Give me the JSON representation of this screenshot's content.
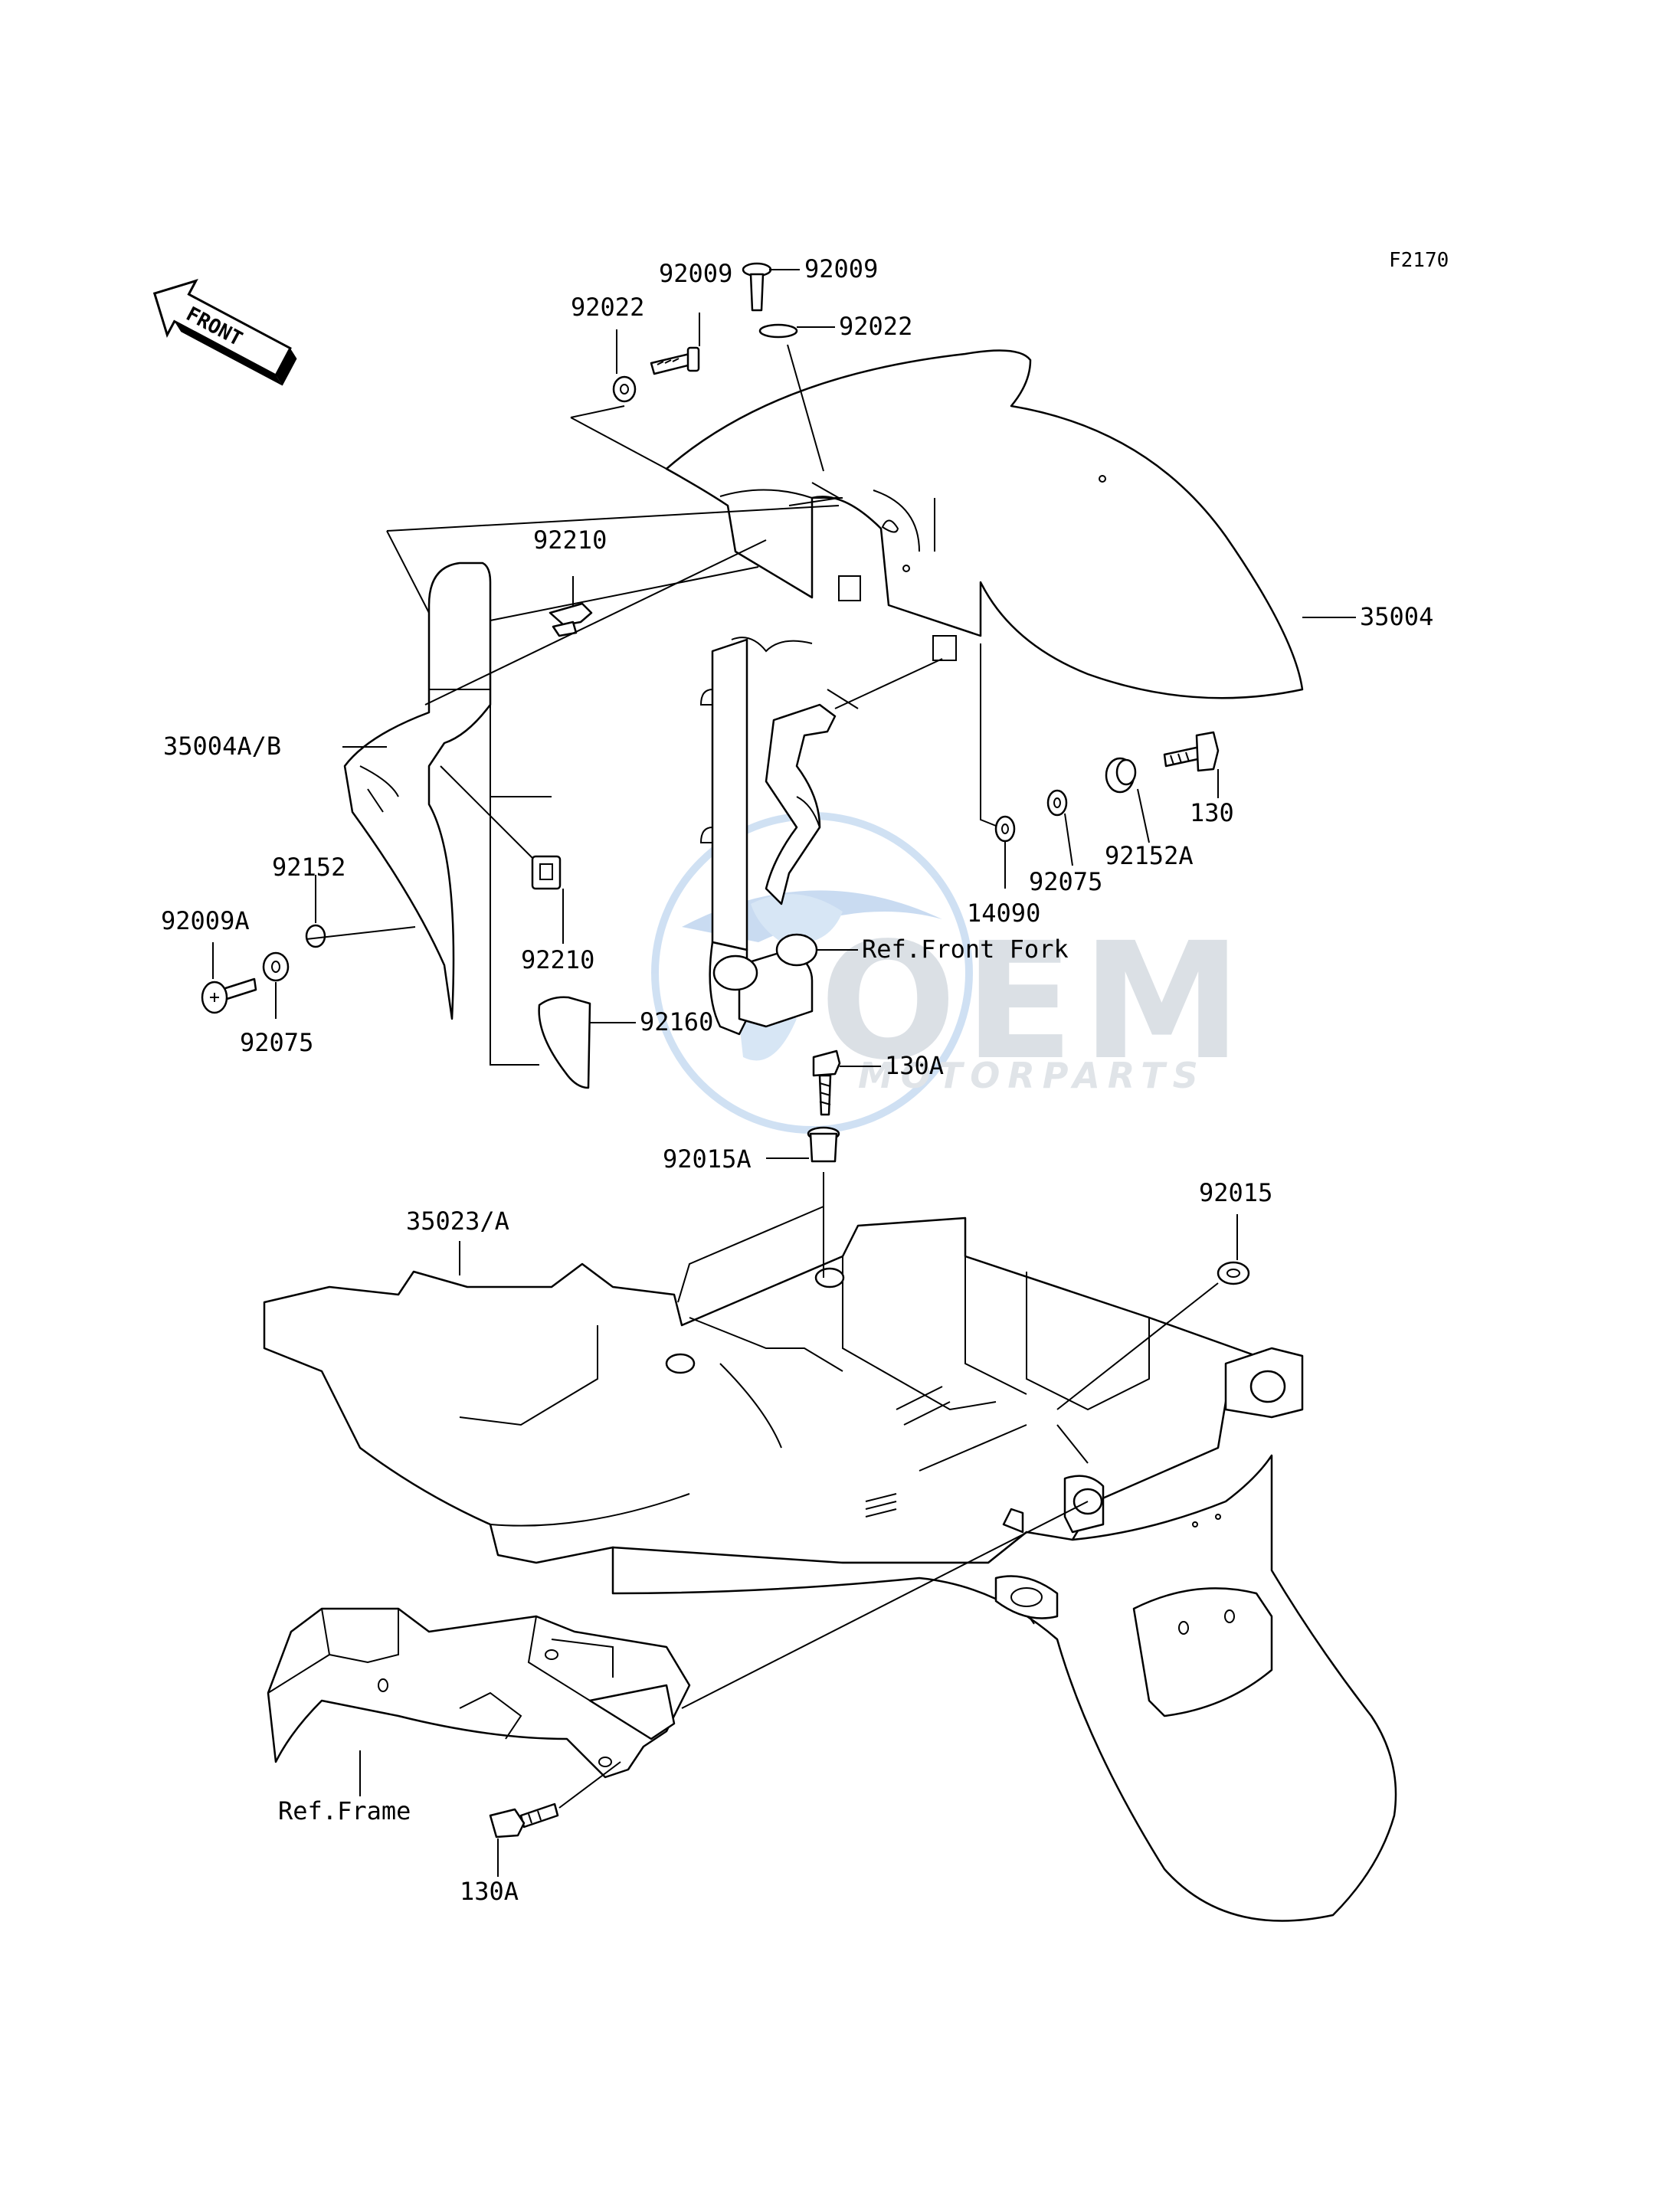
{
  "figure_code": "F2170",
  "front_arrow_label": "FRONT",
  "labels": {
    "p92009_left": "92009",
    "p92009_right": "92009",
    "p92022_left": "92022",
    "p92022_right": "92022",
    "p92210_top": "92210",
    "p35004": "35004",
    "p35004ab": "35004A/B",
    "p130": "130",
    "p92152a": "92152A",
    "p92075_right": "92075",
    "p14090": "14090",
    "p92152": "92152",
    "p92009a": "92009A",
    "p92075_left": "92075",
    "p92210_bottom": "92210",
    "p92160": "92160",
    "ref_front_fork": "Ref.Front Fork",
    "p130a_top": "130A",
    "p92015a": "92015A",
    "p92015": "92015",
    "p35023a": "35023/A",
    "ref_frame": "Ref.Frame",
    "p130a_bottom": "130A"
  },
  "watermark": {
    "brand": "OEM",
    "tagline": "MOTORPARTS",
    "color": "#c9d3de",
    "accent": "#8fb8e6"
  }
}
